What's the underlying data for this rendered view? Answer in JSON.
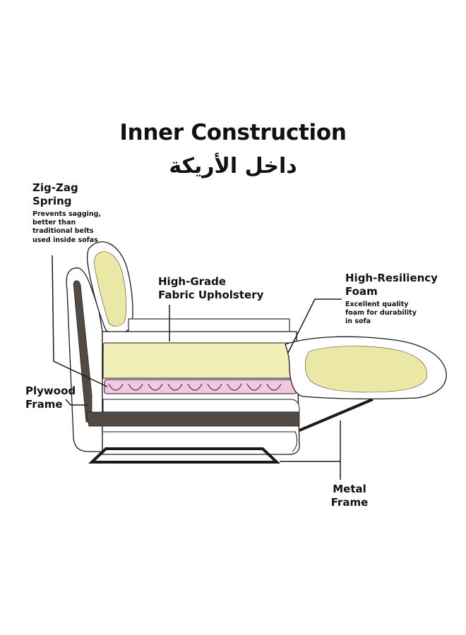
{
  "title": "Inner Construction",
  "subtitle": "داخل الأريكة",
  "labels": {
    "zigzag": {
      "heading_line1": "Zig-Zag",
      "heading_line2": "Spring",
      "desc_line1": "Prevents sagging,",
      "desc_line2": "better than",
      "desc_line3": "traditional belts",
      "desc_line4": "used inside sofas"
    },
    "fabric": {
      "heading_line1": "High-Grade",
      "heading_line2": "Fabric Upholstery"
    },
    "foam": {
      "heading_line1": "High-Resiliency",
      "heading_line2": "Foam",
      "desc_line1": "Excellent quality",
      "desc_line2": "foam for durability",
      "desc_line3": "in sofa"
    },
    "plywood": {
      "heading_line1": "Plywood",
      "heading_line2": "Frame"
    },
    "metal": {
      "heading_line1": "Metal",
      "heading_line2": "Frame"
    }
  },
  "colors": {
    "foam": "#f2efb8",
    "foam_inner": "#ebe7a6",
    "spring": "#f5c6e2",
    "plywood": "#4a423d",
    "outline": "#1a1a1a"
  }
}
